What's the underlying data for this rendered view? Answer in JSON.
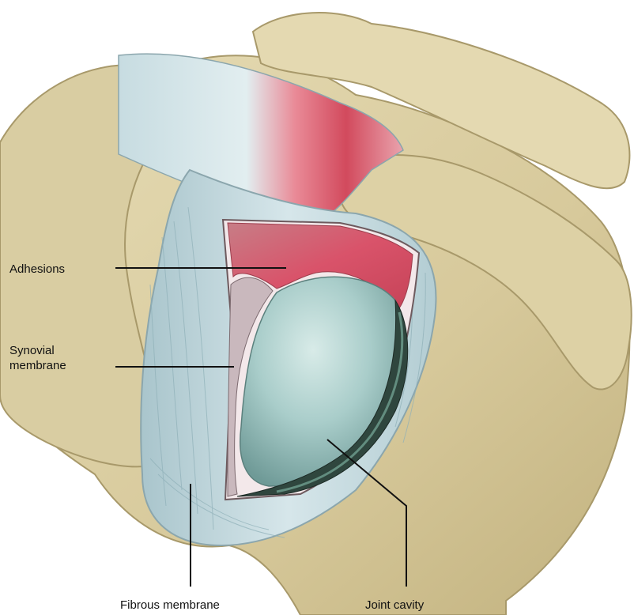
{
  "labels": {
    "adhesions": "Adhesions",
    "synovial_line1": "Synovial",
    "synovial_line2": "membrane",
    "fibrous": "Fibrous membrane",
    "cavity": "Joint cavity"
  },
  "colors": {
    "bone": "#d9cda0",
    "bone_shadow": "#b9a979",
    "capsule": "#bfd5da",
    "capsule_dark": "#9fbcc4",
    "inflamed": "#d6606f",
    "inflamed_light": "#e9a3ad",
    "humeral_head": "#9dc3c0",
    "cavity_dark": "#2a3d35",
    "leader": "#111111"
  }
}
